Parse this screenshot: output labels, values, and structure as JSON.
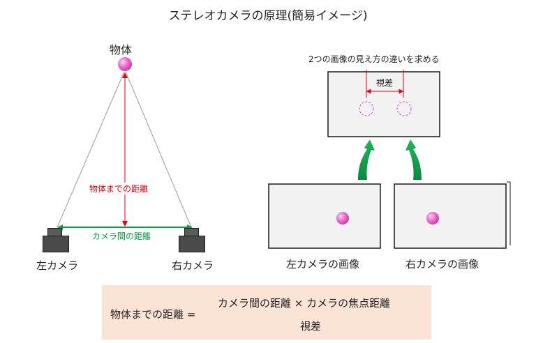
{
  "title": "ステレオカメラの原理(簡易イメージ)",
  "left_diagram": {
    "object_label": "物体",
    "distance_label": "物体までの距離",
    "baseline_label": "カメラ間の距離",
    "left_camera_label": "左カメラ",
    "right_camera_label": "右カメラ"
  },
  "right_diagram": {
    "goal_label": "2つの画像の見え方の違いを求める",
    "disparity_label": "視差",
    "left_image_label": "左カメラの画像",
    "right_image_label": "右カメラの画像"
  },
  "formula": {
    "lhs": "物体までの距離 =",
    "numerator": "カメラ間の距離 × カメラの焦点距離",
    "denominator": "視差"
  },
  "colors": {
    "distance_red": "#e60012",
    "baseline_green": "#00a040",
    "arrow_green": "#10a050",
    "object_pink": "#ee66cc",
    "dashed_magenta": "#ee44dd",
    "formula_bg": "#fbe4d5"
  }
}
